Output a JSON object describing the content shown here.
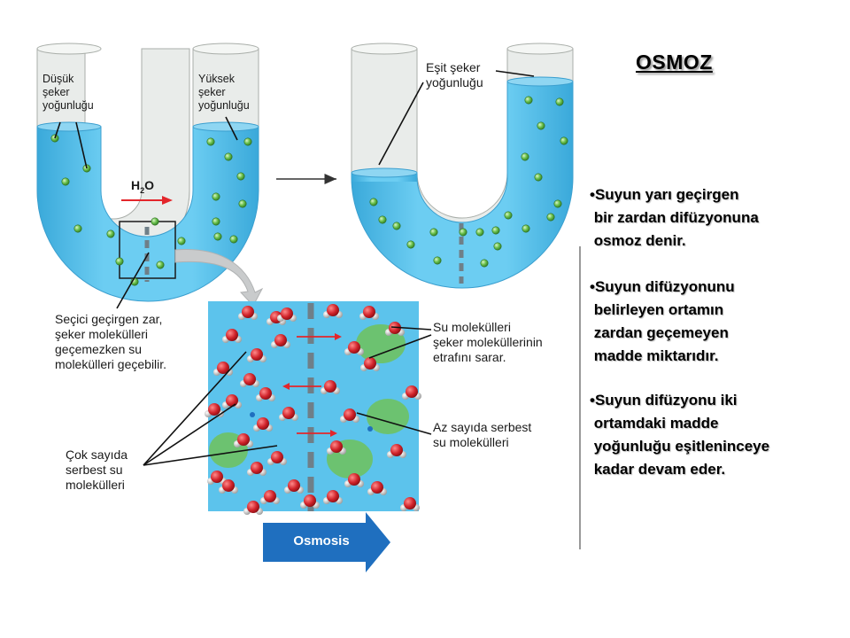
{
  "title": "OSMOZ",
  "bullets": [
    [
      "•Suyun yarı geçirgen",
      " bir zardan difüzyonuna",
      " osmoz denir."
    ],
    [
      "•Suyun difüzyonunu",
      " belirleyen ortamın",
      " zardan geçemeyen",
      " madde miktarıdır."
    ],
    [
      "•Suyun difüzyonu iki",
      " ortamdaki madde",
      " yoğunluğu eşitleninceye",
      " kadar devam eder."
    ]
  ],
  "labels": {
    "low_conc": [
      "Düşük",
      "şeker",
      "yoğunluğu"
    ],
    "high_conc": [
      "Yüksek",
      "şeker",
      "yoğunluğu"
    ],
    "equal_conc": [
      "Eşit şeker",
      "yoğunluğu"
    ],
    "h2o": "H",
    "h2o_sub": "2",
    "h2o_end": "O",
    "membrane": [
      "Seçici geçirgen zar,",
      "şeker molekülleri",
      "geçemezken su",
      "molekülleri geçebilir."
    ],
    "surround": [
      "Su molekülleri",
      "şeker moleküllerinin",
      "etrafını sarar."
    ],
    "few_free": [
      "Az sayıda serbest",
      "su molekülleri"
    ],
    "many_free": [
      "Çok sayıda",
      "serbest su",
      "molekülleri"
    ],
    "osmosis": "Osmosis"
  },
  "colors": {
    "water": "#5cc3ec",
    "water_light": "#8fd6f2",
    "tube_glass": "#e9ecea",
    "sugar": "#5fbd4a",
    "membrane": "#6f7f88",
    "arrow_red": "#e3262b",
    "osmosis_arrow": "#1f6fbf",
    "oxygen": "#cf2027",
    "hydrogen": "#ededed"
  }
}
